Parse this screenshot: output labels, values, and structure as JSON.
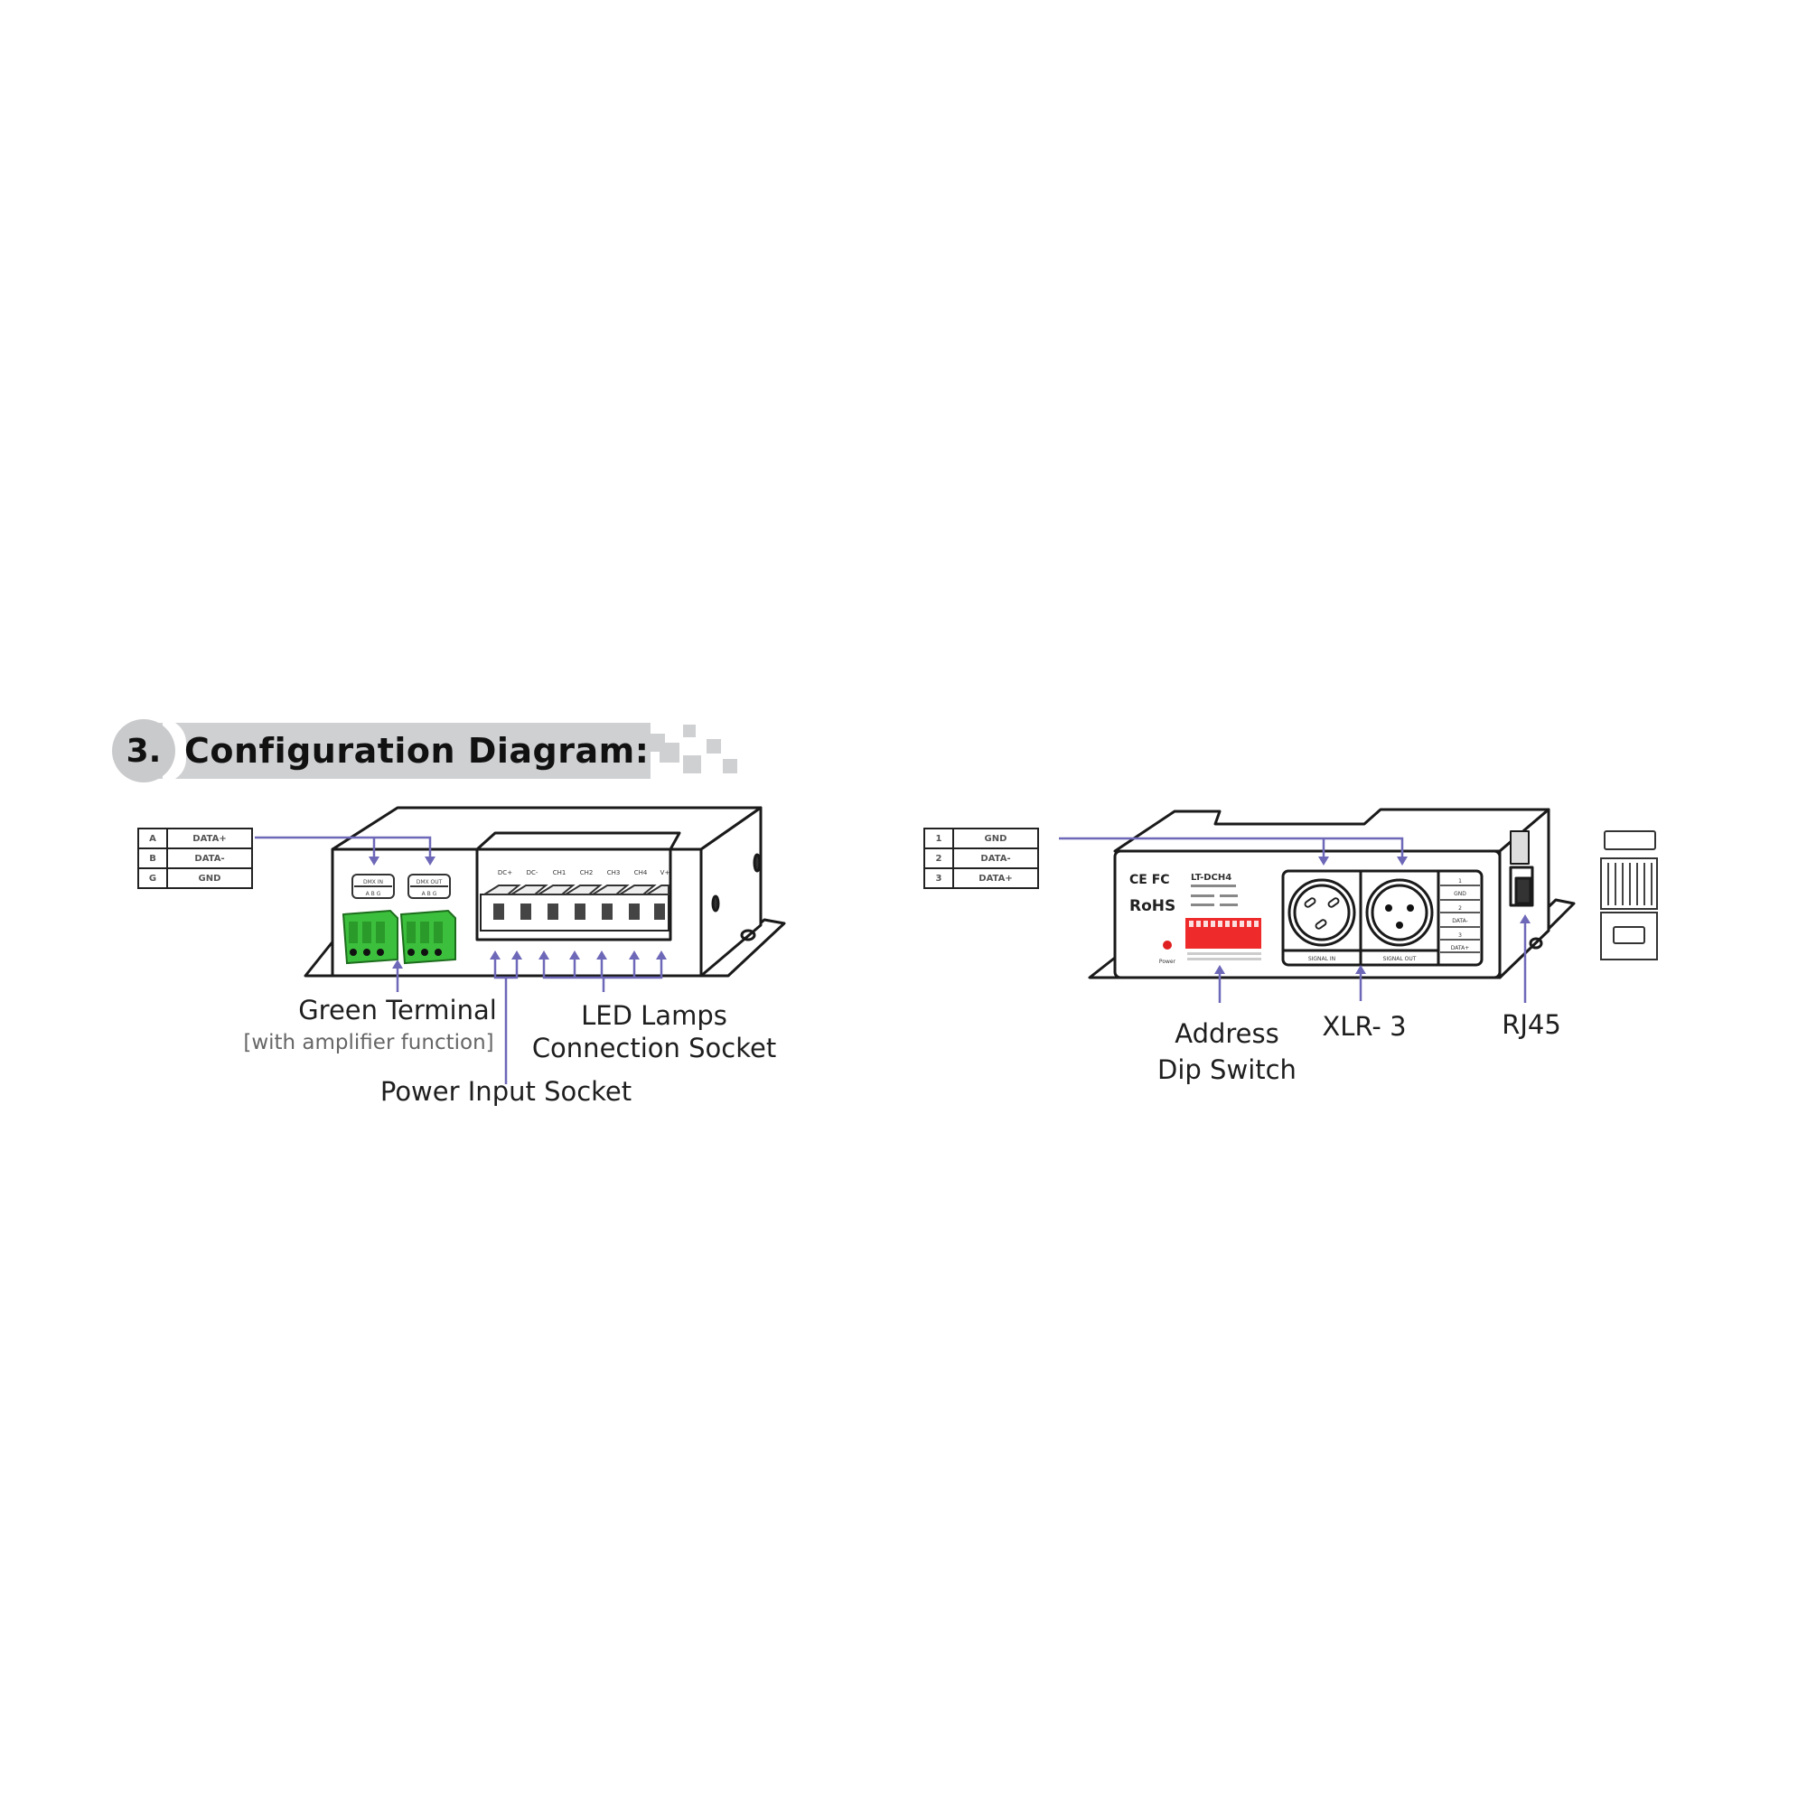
{
  "header": {
    "number": "3.",
    "title": "Configuration Diagram:"
  },
  "left_device": {
    "pin_table": [
      {
        "pin": "A",
        "signal": "DATA+"
      },
      {
        "pin": "B",
        "signal": "DATA-"
      },
      {
        "pin": "G",
        "signal": "GND"
      }
    ],
    "terminal_labels": [
      "DMX IN",
      "DMX OUT"
    ],
    "terminal_sublabels": [
      "A B G",
      "A B G"
    ],
    "channel_labels": [
      "DC+",
      "DC-",
      "CH1",
      "CH2",
      "CH3",
      "CH4",
      "V+"
    ],
    "callouts": {
      "green_terminal": "Green Terminal",
      "green_terminal_note": "[with amplifier function]",
      "led_lamps_line1": "LED Lamps",
      "led_lamps_line2": "Connection Socket",
      "power_input": "Power Input Socket"
    }
  },
  "right_device": {
    "pin_table": [
      {
        "pin": "1",
        "signal": "GND"
      },
      {
        "pin": "2",
        "signal": "DATA-"
      },
      {
        "pin": "3",
        "signal": "DATA+"
      }
    ],
    "marks": {
      "ce_fc": "CE FC",
      "rohs": "RoHS",
      "model": "LT-DCH4"
    },
    "power_led_label": "Power",
    "xlr_labels": [
      "SIGNAL IN",
      "SIGNAL OUT"
    ],
    "side_pins": [
      "1",
      "GND",
      "2",
      "DATA-",
      "3",
      "DATA+"
    ],
    "callouts": {
      "address_line1": "Address",
      "address_line2": "Dip Switch",
      "xlr": "XLR- 3",
      "rj45": "RJ45"
    }
  },
  "colors": {
    "arrow": "#6e68b8",
    "terminal_green": "#3cbf3c",
    "dip_red": "#ee2a2a",
    "header_gray": "#cfd0d2",
    "outline": "#1a1a1a"
  }
}
